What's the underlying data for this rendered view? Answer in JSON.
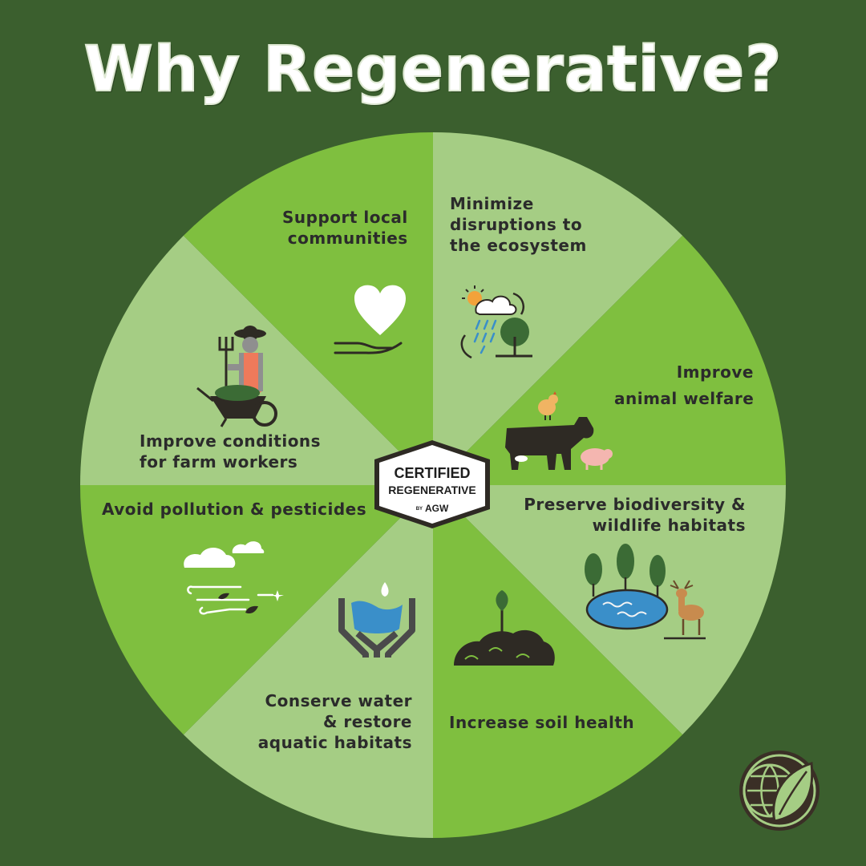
{
  "title": "Why Regenerative?",
  "segments": [
    {
      "id": "support-local-communities",
      "lines": [
        "Support local",
        "communities"
      ],
      "icon": "heart-in-hand-icon"
    },
    {
      "id": "minimize-disruptions",
      "lines": [
        "Minimize",
        "disruptions to",
        "the ecosystem"
      ],
      "icon": "weather-cycle-icon"
    },
    {
      "id": "improve-animal-welfare",
      "lines": [
        "Improve",
        "animal welfare"
      ],
      "icon": "farm-animals-icon"
    },
    {
      "id": "preserve-biodiversity",
      "lines": [
        "Preserve biodiversity &",
        "wildlife habitats"
      ],
      "icon": "deer-pond-icon"
    },
    {
      "id": "increase-soil-health",
      "lines": [
        "Increase soil health"
      ],
      "icon": "soil-sprout-icon"
    },
    {
      "id": "conserve-water",
      "lines": [
        "Conserve water",
        "& restore",
        "aquatic habitats"
      ],
      "icon": "water-hands-icon"
    },
    {
      "id": "avoid-pollution",
      "lines": [
        "Avoid pollution & pesticides"
      ],
      "icon": "clean-air-icon"
    },
    {
      "id": "improve-conditions",
      "lines": [
        "Improve conditions",
        "for farm workers"
      ],
      "icon": "farmer-wheelbarrow-icon"
    }
  ],
  "badge": {
    "line1": "CERTIFIED",
    "line2": "REGENERATIVE",
    "by": "BY",
    "org": "AGW"
  },
  "colors": {
    "background": "#3b5f2e",
    "segment_dark": "#7fbf3f",
    "segment_light": "#a5cd84",
    "text": "#2b2b2b",
    "icon_dark": "#2e2a24"
  },
  "logo": {
    "icon": "globe-leaf-logo-icon"
  }
}
